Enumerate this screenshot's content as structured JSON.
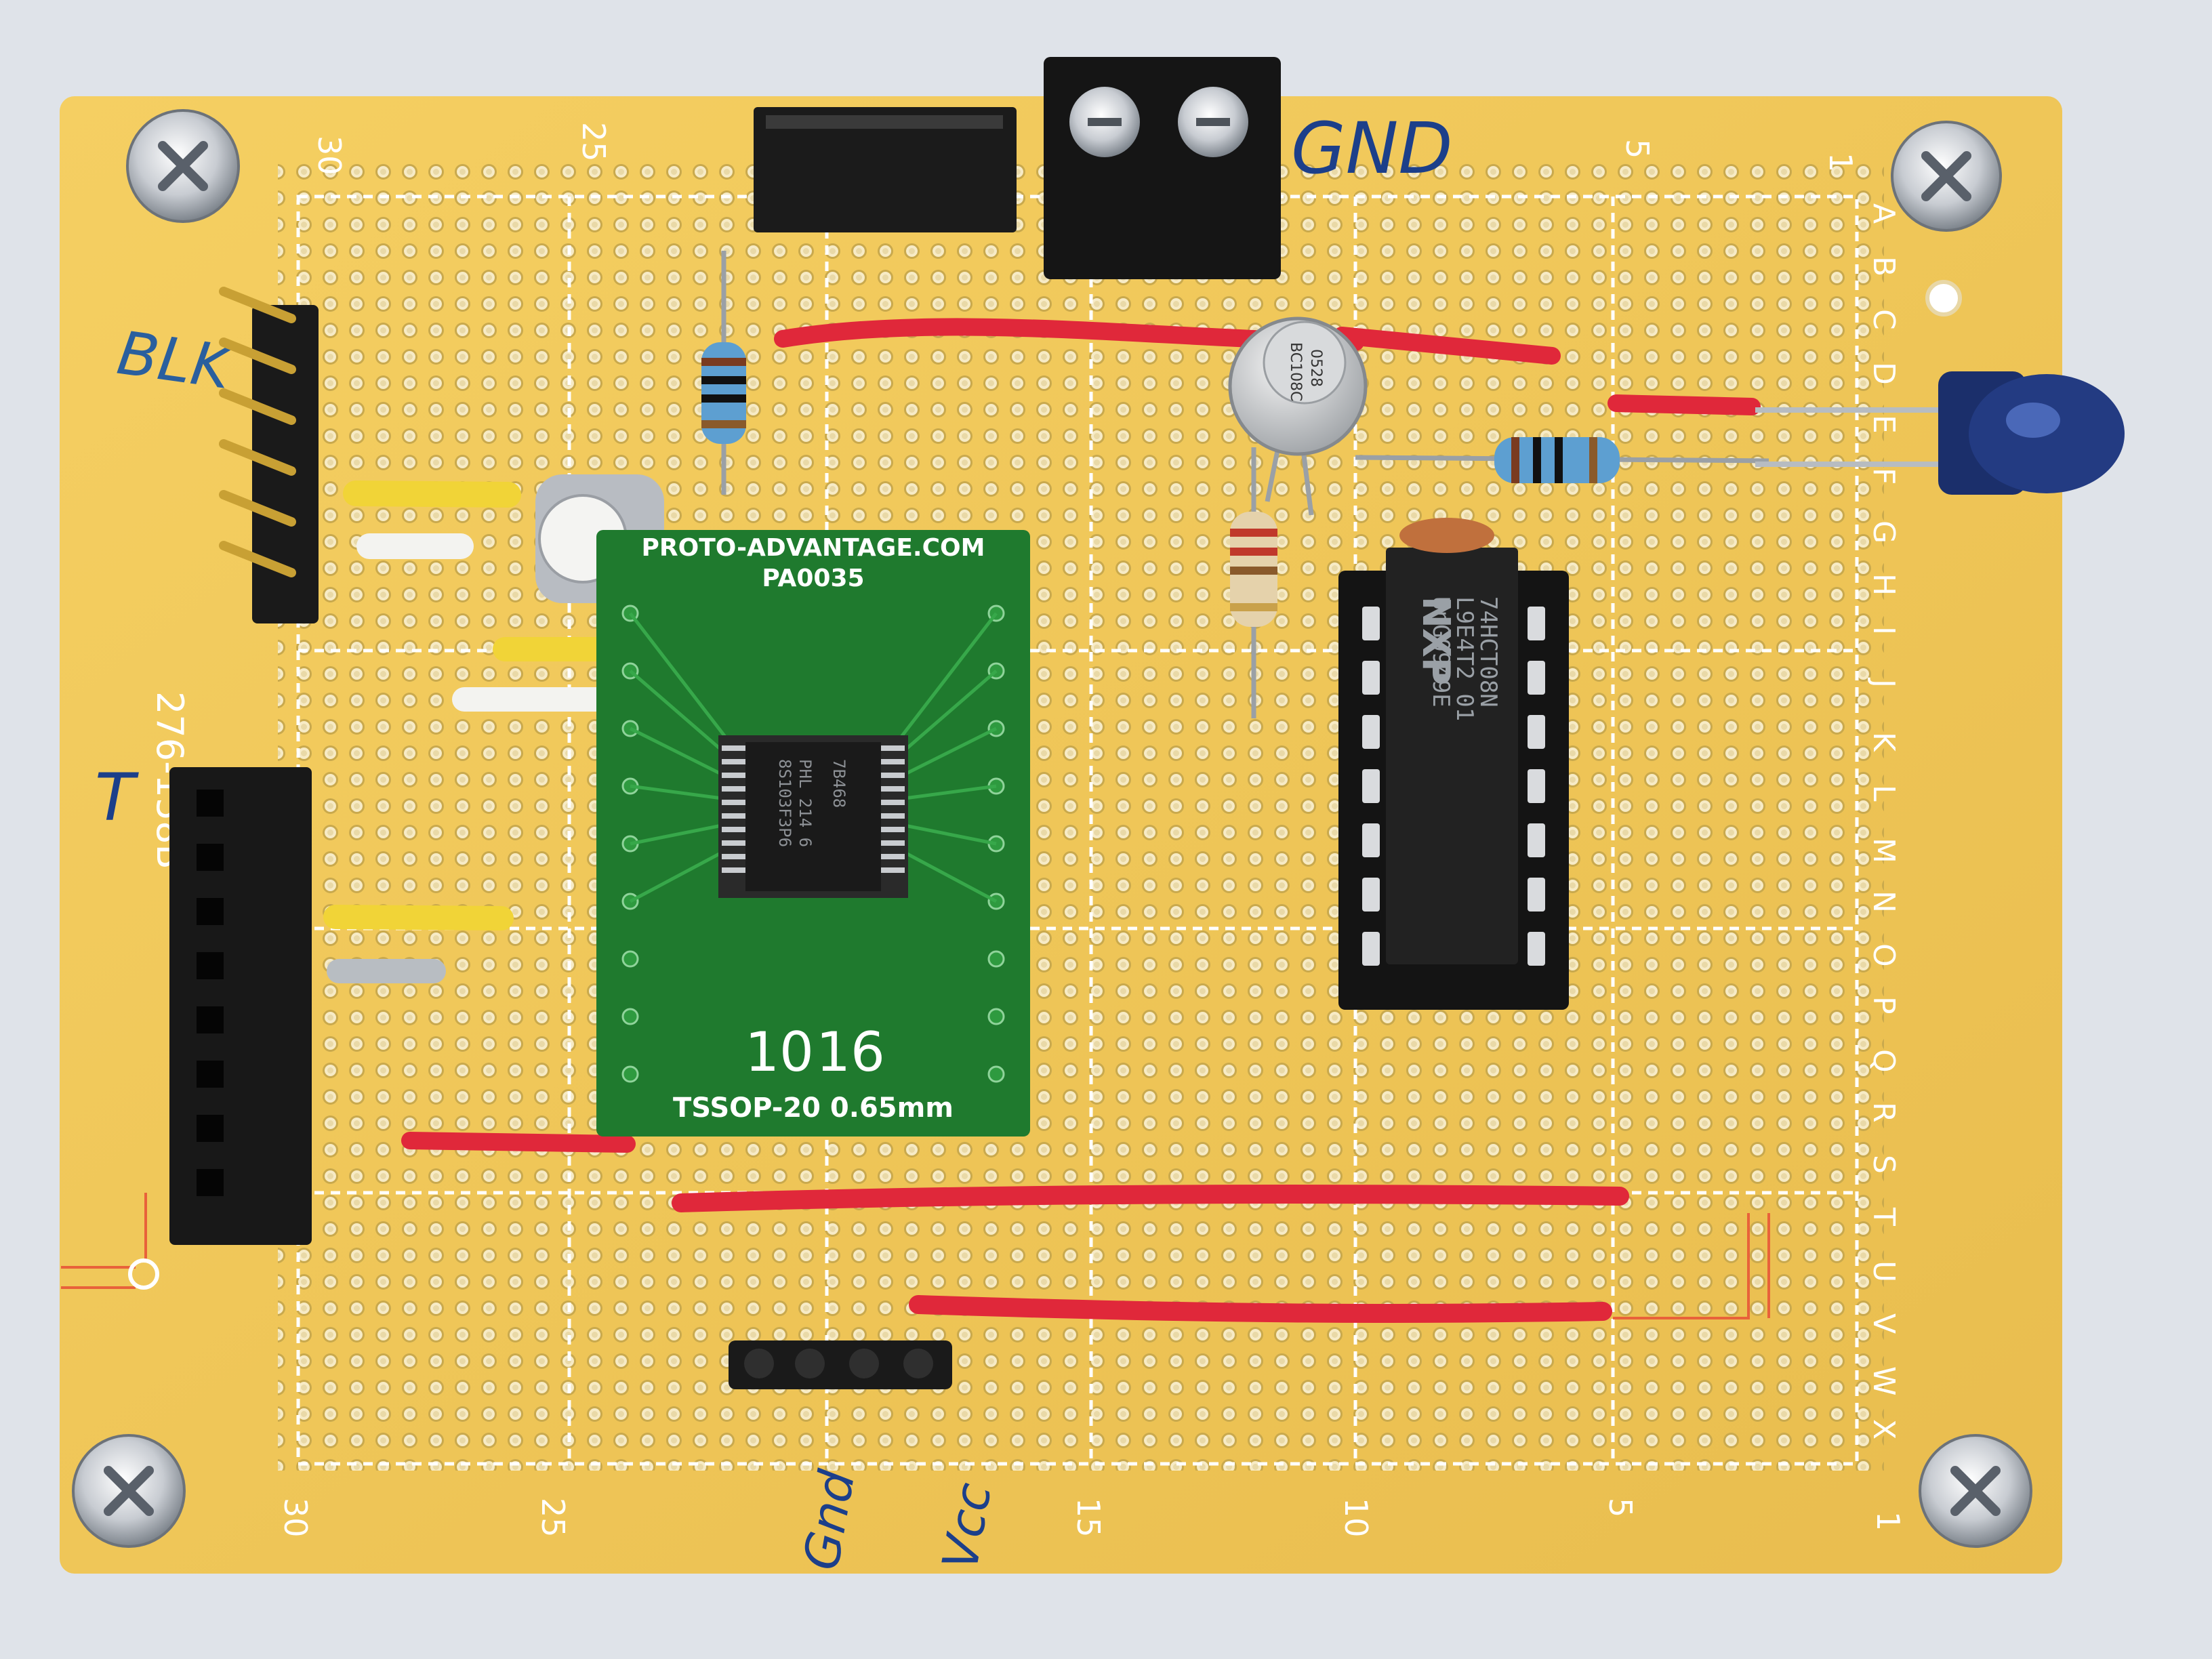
{
  "board": {
    "col_labels_top": [
      "30",
      "25",
      "5",
      "1"
    ],
    "col_labels_bottom": [
      "30",
      "25",
      "15",
      "10",
      "5",
      "1"
    ],
    "row_letters": [
      "A",
      "B",
      "C",
      "D",
      "E",
      "F",
      "G",
      "H",
      "I",
      "J",
      "K",
      "L",
      "M",
      "N",
      "O",
      "P",
      "Q",
      "R",
      "S",
      "T",
      "U",
      "V",
      "W",
      "X"
    ],
    "part_number": "276-158B"
  },
  "handwriting": {
    "gnd_top": "GND",
    "blk": "BLK",
    "t_label": "T",
    "bottom_left": "Gnd",
    "bottom_right": "Vcc"
  },
  "adapter": {
    "line1": "PROTO-ADVANTAGE.COM",
    "line2": "PA0035",
    "pin_left": "10",
    "pin_right": "16",
    "package": "TSSOP-20 0.65mm"
  },
  "chip_tssop": {
    "line1": "8S103F3P6",
    "line2": "PHL 214 6",
    "line3": "7B468"
  },
  "chip_dip": {
    "line1": "74HCT08N",
    "line2": "L9E4T2  01",
    "line3": "UnG0949E"
  },
  "transistor": {
    "line1": "BC108C",
    "line2": "0528"
  },
  "colors": {
    "board": "#f0c85a",
    "adapter_pcb": "#1f7a2e",
    "wire_red": "#e0283a",
    "wire_yellow": "#f1d437",
    "wire_white": "#f3f3f0",
    "ink_blue": "#1c3f8a",
    "ir_receiver": "#1b2f6b"
  }
}
